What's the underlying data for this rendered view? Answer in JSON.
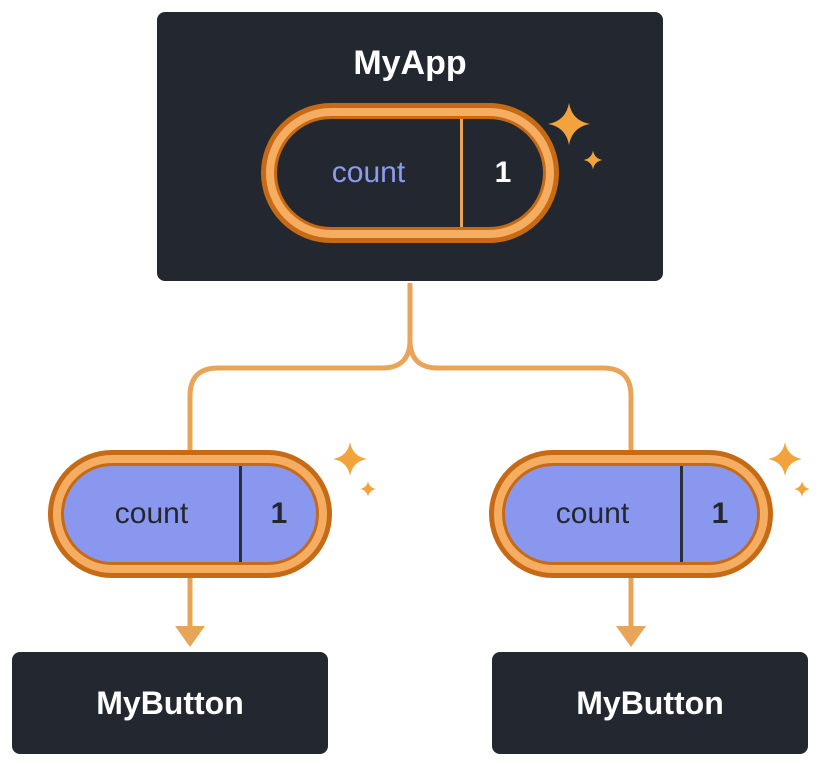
{
  "diagram": {
    "root": {
      "title": "MyApp",
      "pill": {
        "label": "count",
        "value": "1"
      }
    },
    "children": [
      {
        "title": "MyButton",
        "pill": {
          "label": "count",
          "value": "1"
        }
      },
      {
        "title": "MyButton",
        "pill": {
          "label": "count",
          "value": "1"
        }
      }
    ],
    "icons": {
      "sparkle": "sparkle-icon"
    },
    "colors": {
      "node_bg": "#23272F",
      "node_border": "#FFFFFF",
      "node_text": "#FFFFFF",
      "ring_outer": "#C76A15",
      "ring_band": "#F4AD61",
      "root_pill_bg": "#23272F",
      "root_pill_label": "#8B9CF3",
      "root_pill_value": "#FFFFFF",
      "child_pill_bg": "#8A97EE",
      "child_pill_text": "#23272F",
      "connector": "#EAA457",
      "sparkle": "#F2A33C",
      "background": "#FFFFFF"
    }
  }
}
